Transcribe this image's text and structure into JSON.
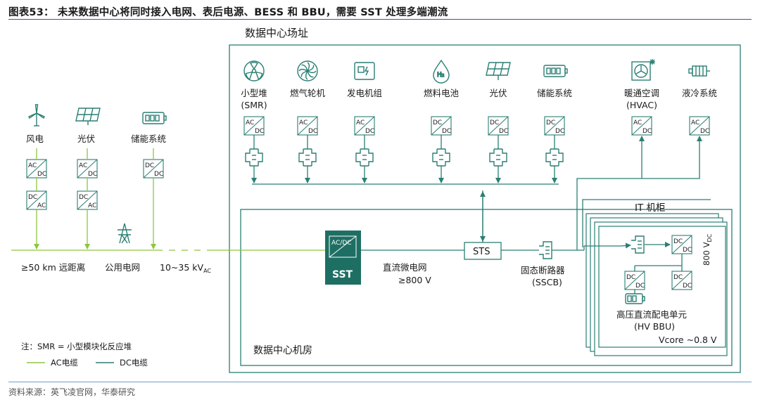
{
  "figure_title": "图表53：  未来数据中心将同时接入电网、表后电源、BESS 和 BBU，需要 SST 处理多端潮流",
  "source": "资料来源：英飞凌官网，华泰研究",
  "site_title": "数据中心场址",
  "room_title": "数据中心机房",
  "it_title": "IT 机柜",
  "grid_sources": [
    {
      "label": "风电",
      "icon": "wind-turbine-icon",
      "converters": [
        "AC/DC",
        "DC/AC"
      ]
    },
    {
      "label": "光伏",
      "icon": "solar-panel-icon",
      "converters": [
        "AC/DC",
        "DC/AC"
      ]
    },
    {
      "label": "储能系统",
      "icon": "battery-icon",
      "converters": [
        "DC/DC"
      ]
    }
  ],
  "site_sources": [
    {
      "label": "小型堆",
      "label2": "(SMR)",
      "icon": "nuclear-icon",
      "converter": "AC/DC"
    },
    {
      "label": "燃气轮机",
      "icon": "turbine-icon",
      "converter": "AC/DC"
    },
    {
      "label": "发电机组",
      "icon": "generator-icon",
      "converter": "AC/DC"
    },
    {
      "label": "燃料电池",
      "icon": "hydrogen-drop-icon",
      "icon_text": "H₂",
      "converter": "DC/DC"
    },
    {
      "label": "光伏",
      "icon": "solar-panel-icon",
      "converter": "DC/DC"
    },
    {
      "label": "储能系统",
      "icon": "battery-icon",
      "converter": "DC/DC"
    },
    {
      "label": "暖通空调",
      "label2": "(HVAC)",
      "icon": "hvac-fan-icon",
      "converter": "AC/DC"
    },
    {
      "label": "液冷系统",
      "icon": "liquid-cooling-icon",
      "converter": "AC/DC"
    }
  ],
  "grid_line": {
    "distance_label": "≥50 km 远距离",
    "public_grid": "公用电网",
    "voltage": "10~35 kV",
    "voltage_sub": "AC"
  },
  "sst": {
    "converter": "AC/DC",
    "label": "SST"
  },
  "dc_microgrid": {
    "label": "直流微电网",
    "voltage": "≥800 V"
  },
  "sts": "STS",
  "sscb": {
    "label": "固态断路器",
    "label2": "(SSCB)"
  },
  "it_rack": {
    "converters": [
      "DC/DC",
      "DC/DC",
      "DC/DC"
    ],
    "bus_voltage": "800 V",
    "bus_voltage_sub": "DC",
    "hv_bbu_label": "高压直流配电单元",
    "hv_bbu_label2": "(HV BBU)",
    "vcore": "Vcore ~0.8 V"
  },
  "legend": {
    "note": "注：SMR = 小型模块化反应堆",
    "ac_label": "AC电缆",
    "dc_label": "DC电缆"
  },
  "colors": {
    "ac_cable": "#8dc63f",
    "dc_cable": "#2a7f74",
    "sst_fill": "#1e6f63",
    "title_rule": "#2e5d8c"
  }
}
